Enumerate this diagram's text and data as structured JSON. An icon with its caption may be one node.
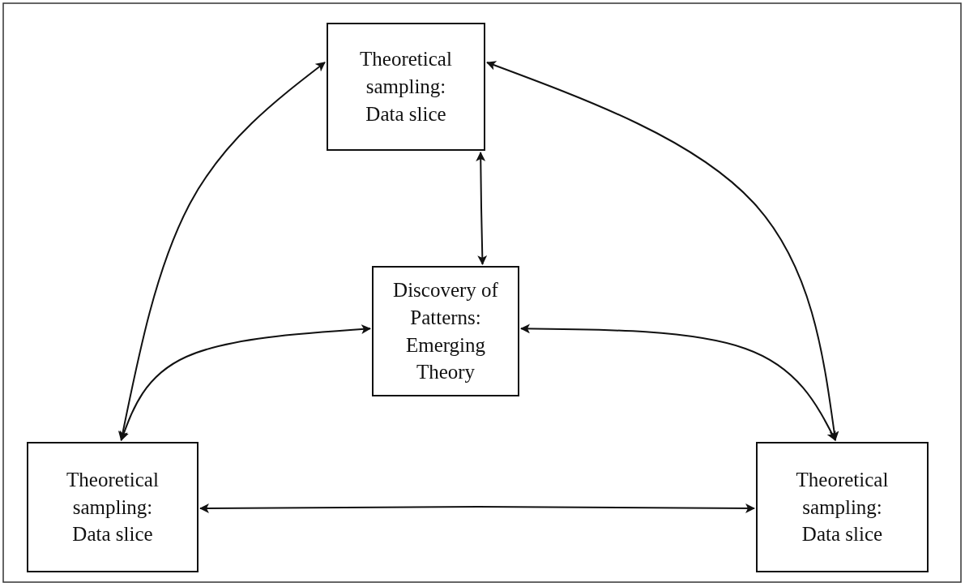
{
  "diagram": {
    "nodes": [
      {
        "text": [
          "Theoretical sampling: Data slice"
        ]
      },
      {
        "text": [
          "Discovery of Patterns: Emerging Theory"
        ]
      },
      {
        "text": [
          "Theoretical sampling: Data slice"
        ]
      },
      {
        "text": [
          "Theoretical sampling: Data slice"
        ]
      }
    ],
    "edges": [
      {
        "from": 0,
        "to": 2,
        "arrow": "both"
      },
      {
        "from": 0,
        "to": 3,
        "arrow": "both"
      },
      {
        "from": 0,
        "to": 1,
        "arrow": "both"
      },
      {
        "from": 1,
        "to": 2,
        "arrow": "both"
      },
      {
        "from": 1,
        "to": 3,
        "arrow": "both"
      },
      {
        "from": 2,
        "to": 3,
        "arrow": "both"
      }
    ]
  }
}
